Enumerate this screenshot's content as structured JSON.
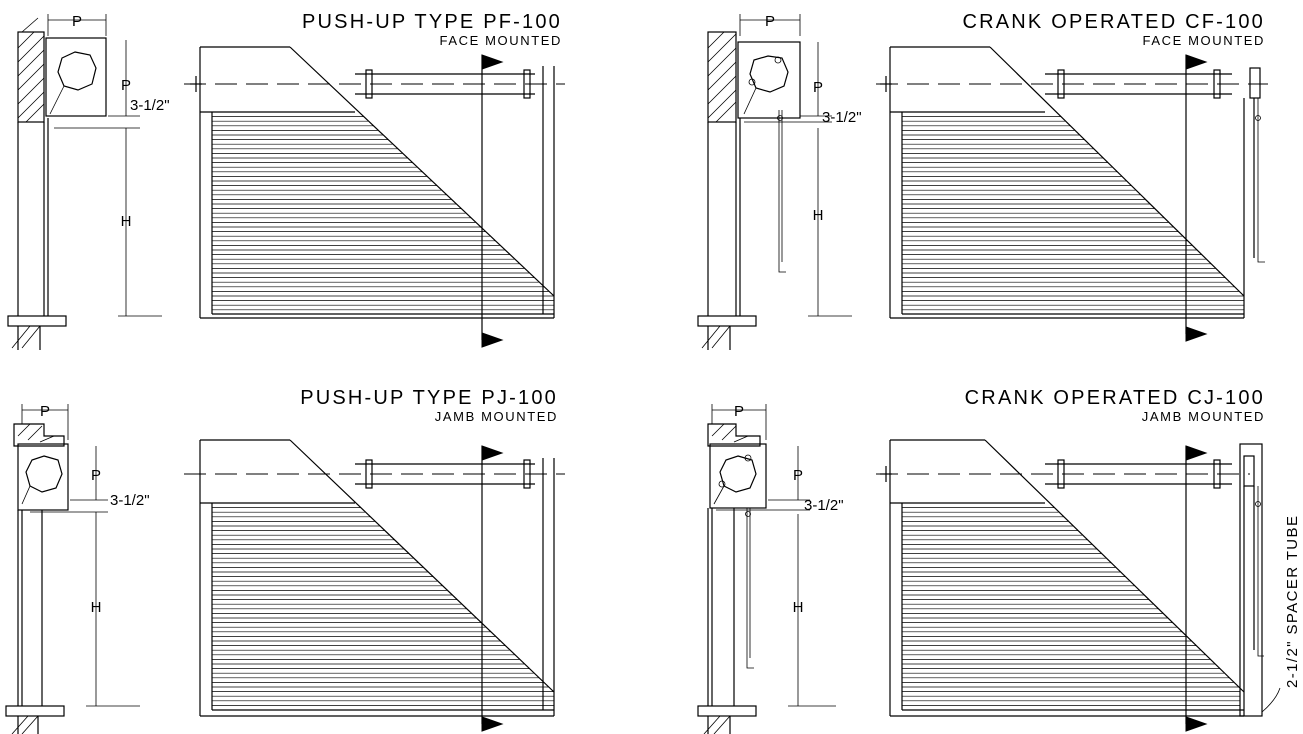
{
  "panels": [
    {
      "id": "pf100",
      "title": "PUSH-UP TYPE PF-100",
      "subtitle": "FACE MOUNTED",
      "operator": "push-up",
      "mount": "face"
    },
    {
      "id": "cf100",
      "title": "CRANK OPERATED CF-100",
      "subtitle": "FACE MOUNTED",
      "operator": "crank",
      "mount": "face"
    },
    {
      "id": "pj100",
      "title": "PUSH-UP TYPE PJ-100",
      "subtitle": "JAMB MOUNTED",
      "operator": "push-up",
      "mount": "jamb"
    },
    {
      "id": "cj100",
      "title": "CRANK OPERATED CJ-100",
      "subtitle": "JAMB MOUNTED",
      "operator": "crank",
      "mount": "jamb"
    }
  ],
  "dims": {
    "projection": "P",
    "height": "H",
    "clearance": "3-1/2\""
  },
  "spacer_label": "2-1/2\" SPACER TUBE"
}
